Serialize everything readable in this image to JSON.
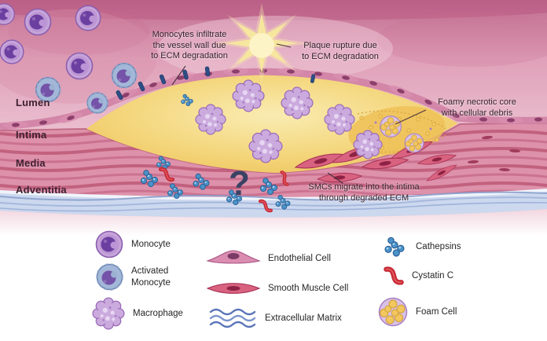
{
  "diagram": {
    "layers": {
      "lumen": "Lumen",
      "intima": "Intima",
      "media": "Media",
      "adventitia": "Adventitia"
    },
    "annotations": {
      "monocytes": [
        "Monocytes infiltrate",
        "the vessel wall due",
        "to ECM degradation"
      ],
      "rupture": [
        "Plaque rupture due",
        "to ECM degradation"
      ],
      "foamy_core": [
        "Foamy necrotic core",
        "with cellular debris"
      ],
      "smc": [
        "SMCs migrate into the intima",
        "through degraded ECM"
      ],
      "unknown": "?"
    },
    "colors": {
      "lumen_pink": "#d98aa8",
      "plaque_yellow": "#f2cf6e",
      "monocyte_purple": "#c6a4da",
      "activated_blue": "#a3b8d8",
      "smc_red": "#d8627f",
      "cathepsin_blue": "#4a92c8",
      "cystatin_red": "#c62832",
      "adventitia_blue": "#ccd8ee"
    }
  },
  "legend": {
    "items": [
      {
        "name": "monocyte",
        "label": "Monocyte"
      },
      {
        "name": "activated-monocyte",
        "label": "Activated Monocyte"
      },
      {
        "name": "macrophage",
        "label": "Macrophage"
      },
      {
        "name": "endothelial-cell",
        "label": "Endothelial Cell"
      },
      {
        "name": "smooth-muscle-cell",
        "label": "Smooth Muscle Cell"
      },
      {
        "name": "extracellular-matrix",
        "label": "Extracellular Matrix"
      },
      {
        "name": "cathepsins",
        "label": "Cathepsins"
      },
      {
        "name": "cystatin-c",
        "label": "Cystatin C"
      },
      {
        "name": "foam-cell",
        "label": "Foam Cell"
      }
    ]
  }
}
